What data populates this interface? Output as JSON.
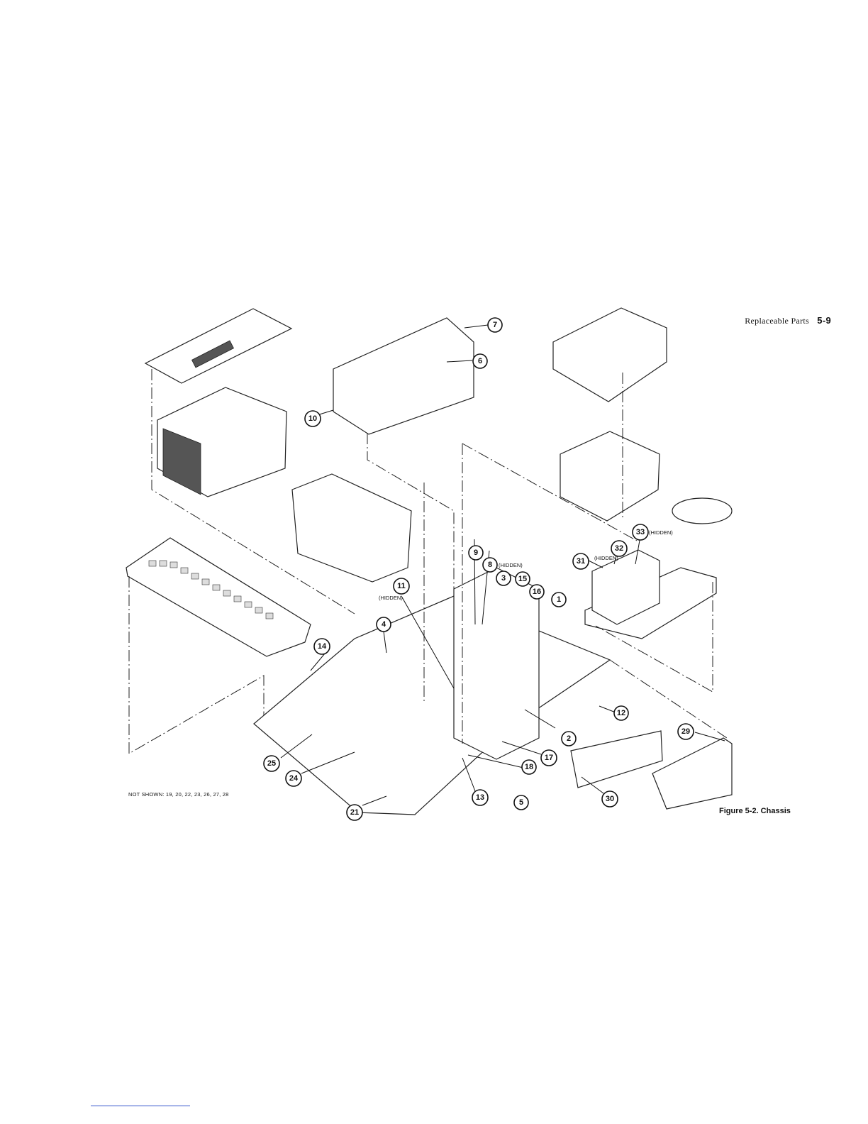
{
  "header": {
    "section": "Replaceable Parts",
    "page": "5-9"
  },
  "figure": {
    "caption": "Figure 5-2. Chassis",
    "not_shown": "NOT SHOWN: 19, 20, 22, 23, 26, 27, 28"
  },
  "callouts": {
    "c1": "1",
    "c2": "2",
    "c3": "3",
    "c4": "4",
    "c5": "5",
    "c6": "6",
    "c7": "7",
    "c8": "8",
    "c9": "9",
    "c10": "10",
    "c11": "11",
    "c12": "12",
    "c13": "13",
    "c14": "14",
    "c15": "15",
    "c16": "16",
    "c17": "17",
    "c18": "18",
    "c21": "21",
    "c24": "24",
    "c25": "25",
    "c29": "29",
    "c30": "30",
    "c31": "31",
    "c32": "32",
    "c33": "33"
  },
  "hidden_labels": {
    "h8": "(HIDDEN)",
    "h11": "(HIDDEN)",
    "h31": "(HIDDEN)",
    "h33": "(HIDDEN)"
  }
}
